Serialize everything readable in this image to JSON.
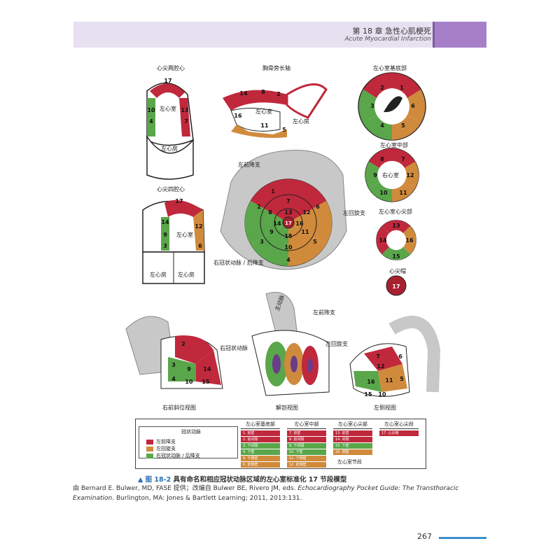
{
  "header": {
    "chapter": "第 18 章  急性心肌梗死",
    "chapter_en": "Acute Myocardial Infarction"
  },
  "views": {
    "apical2": "心尖两腔心",
    "plax": "胸骨旁长轴",
    "basal": "左心室基底部",
    "mid": "左心室中部",
    "apical4": "心尖四腔心",
    "apical_short": "左心室心尖部",
    "apex": "心尖帽",
    "rao": "右前斜位视图",
    "anat": "解剖视图",
    "lat": "左侧视图"
  },
  "anatomy": {
    "lv": "左心室",
    "la": "左心房",
    "ra": "左心房",
    "rv": "右心室",
    "aorta": "主动脉"
  },
  "arteries": {
    "lad": "左前降支",
    "lcx": "左回旋支",
    "rca": "右冠状动脉",
    "rca_pda": "右冠状动脉 / 后降支"
  },
  "legend": {
    "title": "冠状动脉",
    "items": [
      {
        "label": "左前降支",
        "color": "#c0283c"
      },
      {
        "label": "左回旋支",
        "color": "#d08a3c"
      },
      {
        "label": "右冠状动脉 / 后降支",
        "color": "#5aa64a"
      }
    ],
    "columns": [
      {
        "head": "左心室基底部",
        "cells": [
          {
            "t": "1. 前壁",
            "c": "red"
          },
          {
            "t": "2. 前间隔",
            "c": "red"
          },
          {
            "t": "3. 下间隔",
            "c": "green"
          },
          {
            "t": "4. 下壁",
            "c": "green"
          },
          {
            "t": "5. 下侧壁",
            "c": "orange"
          },
          {
            "t": "6. 前侧壁",
            "c": "orange"
          }
        ]
      },
      {
        "head": "左心室中部",
        "cells": [
          {
            "t": "7. 前壁",
            "c": "red"
          },
          {
            "t": "8. 前间隔",
            "c": "red"
          },
          {
            "t": "9. 下间隔",
            "c": "green"
          },
          {
            "t": "10. 下壁",
            "c": "green"
          },
          {
            "t": "11. 下侧壁",
            "c": "orange"
          },
          {
            "t": "12. 前侧壁",
            "c": "orange"
          }
        ]
      },
      {
        "head": "左心室心尖部",
        "cells": [
          {
            "t": "13. 前壁",
            "c": "red"
          },
          {
            "t": "14. 间隔",
            "c": "red"
          },
          {
            "t": "15. 下壁",
            "c": "green"
          },
          {
            "t": "16. 侧壁",
            "c": "orange"
          }
        ]
      },
      {
        "head": "左心室心尖段",
        "cells": [
          {
            "t": "17. 心尖帽",
            "c": "red"
          }
        ]
      }
    ],
    "segments_label": "左心室节段"
  },
  "caption": {
    "tag": "▲ 图 18-2",
    "text": "  具有命名和相应冠状动脉区域的左心室标准化 17 节段模型"
  },
  "source": {
    "line1": "由 Bernard E. Bulwer, MD, FASE 提供；改编自 Bulwer BE, Rivero JM, eds.",
    "book": "Echocardiography Pocket Guide: The Transthoracic Examination",
    "line2": ". Burlington, MA: Jones & Bartlett Learning; 2011, 2013:131."
  },
  "page_number": "267"
}
